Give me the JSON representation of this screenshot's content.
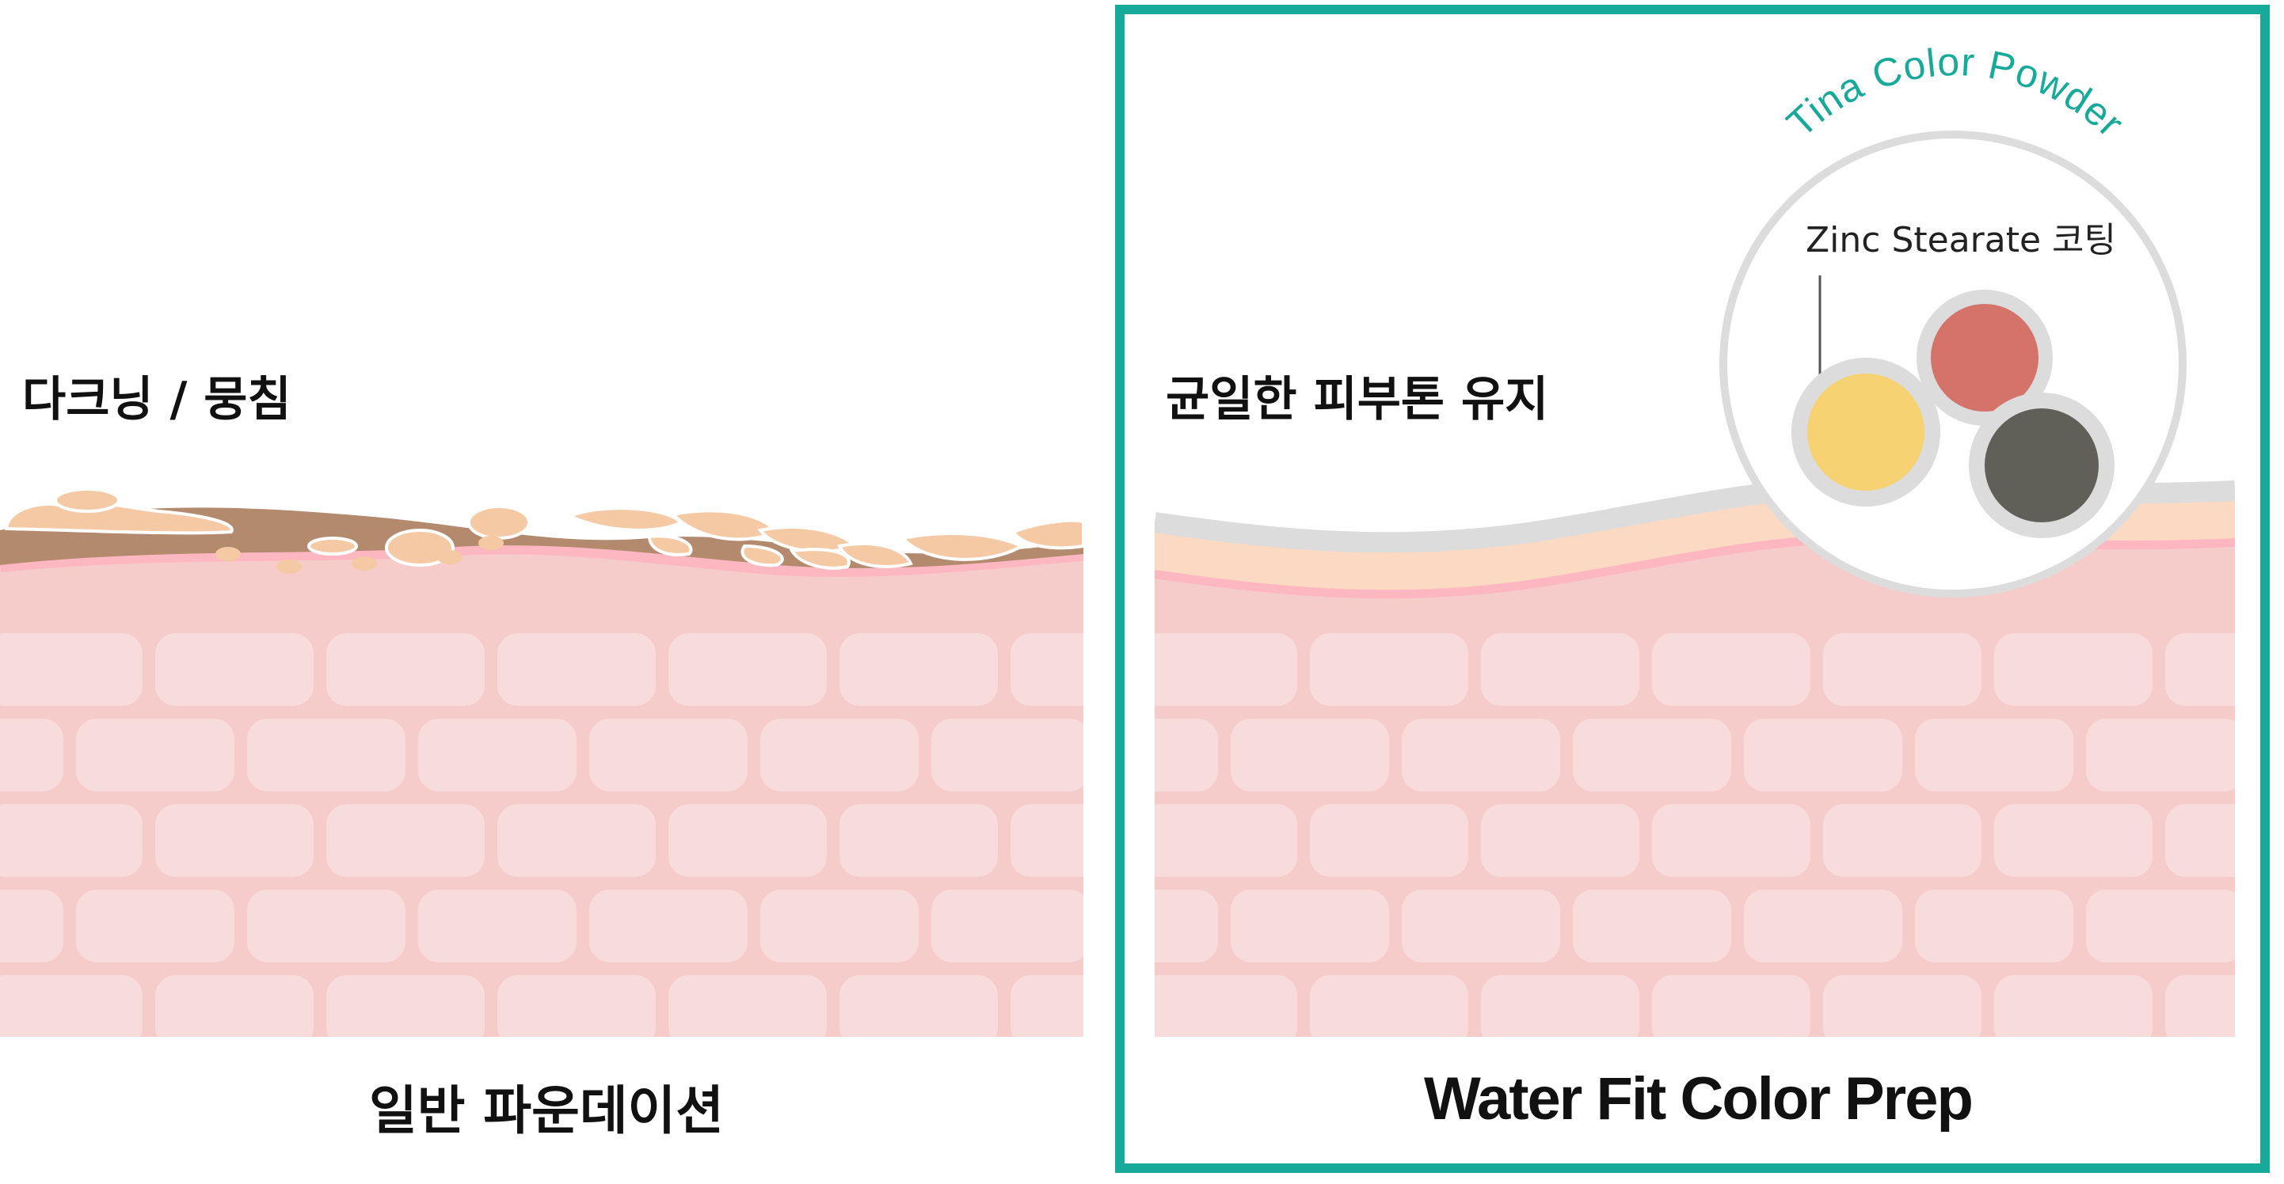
{
  "left": {
    "status": "다크닝 / 뭉침",
    "caption": "일반 파운데이션"
  },
  "right": {
    "status": "균일한 피부톤 유지",
    "caption": "Water Fit Color Prep",
    "powder_label": "Tina Color Powder",
    "coating_label": "Zinc Stearate 코팅"
  },
  "colors": {
    "frame": "#17a99a",
    "skin_base": "#f6cccb",
    "skin_cell": "#f8dcdb",
    "skin_edge": "#fcb7c0",
    "dark_layer": "#b38a6e",
    "clump": "#f5c9a4",
    "peach_layer": "#fbd9c2",
    "gray_layer": "#dcdcdc",
    "pigment_red": "#d4736a",
    "pigment_yellow": "#f6d272",
    "pigment_dark": "#606059"
  }
}
